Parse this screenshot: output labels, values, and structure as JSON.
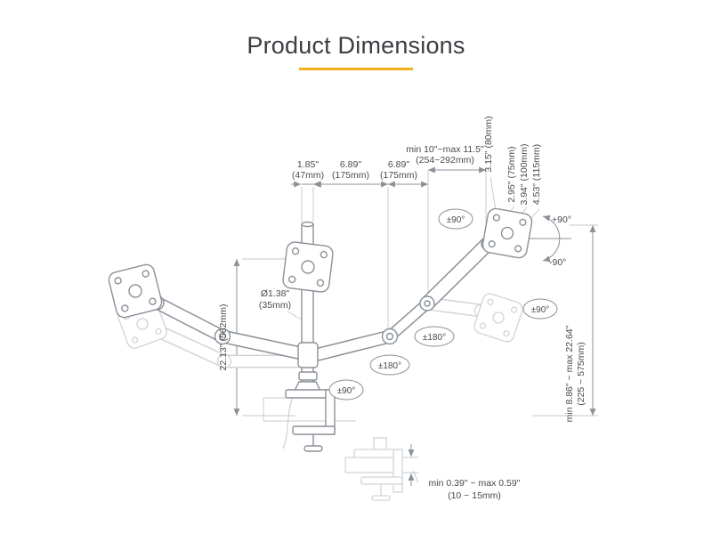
{
  "page": {
    "title": "Product Dimensions"
  },
  "colors": {
    "accent": "#f2b01e",
    "line": "#8b9198",
    "ghost": "#d0d4d9",
    "ext": "#c3c7cd",
    "text": "#4a4a4a"
  },
  "diagram": {
    "top_dims": {
      "pole_width_in": "1.85\"",
      "pole_width_mm": "(47mm)",
      "arm1_in": "6.89\"",
      "arm1_mm": "(175mm)",
      "arm2_in": "6.89\"",
      "arm2_mm": "(175mm)",
      "extension_in": "min 10\"~max 11.5\"",
      "extension_mm": "(254~292mm)"
    },
    "plate_dims": {
      "depth": "3.15\" (80mm)",
      "vesa75": "2.95\" (75mm)",
      "vesa100": "3.94\" (100mm)",
      "plate": "4.53\" (115mm)"
    },
    "angles": {
      "tilt_up": "+90°",
      "tilt_down": "-90°",
      "arm_rotation": "±90°",
      "plate_rotation": "±90°",
      "swivel_upper": "±180°",
      "swivel_lower": "±180°",
      "base_rotation": "±90°"
    },
    "pole": {
      "diameter_in": "Ø1.38\"",
      "diameter_mm": "(35mm)",
      "height": "22.13\" (562mm)"
    },
    "height_range_in": "min 8.86\" ~ max 22.64\"",
    "height_range_mm": "(225 ~ 575mm)",
    "clamp_range_in": "min 0.39\" ~ max 0.59\"",
    "clamp_range_mm": "(10 ~ 15mm)"
  }
}
